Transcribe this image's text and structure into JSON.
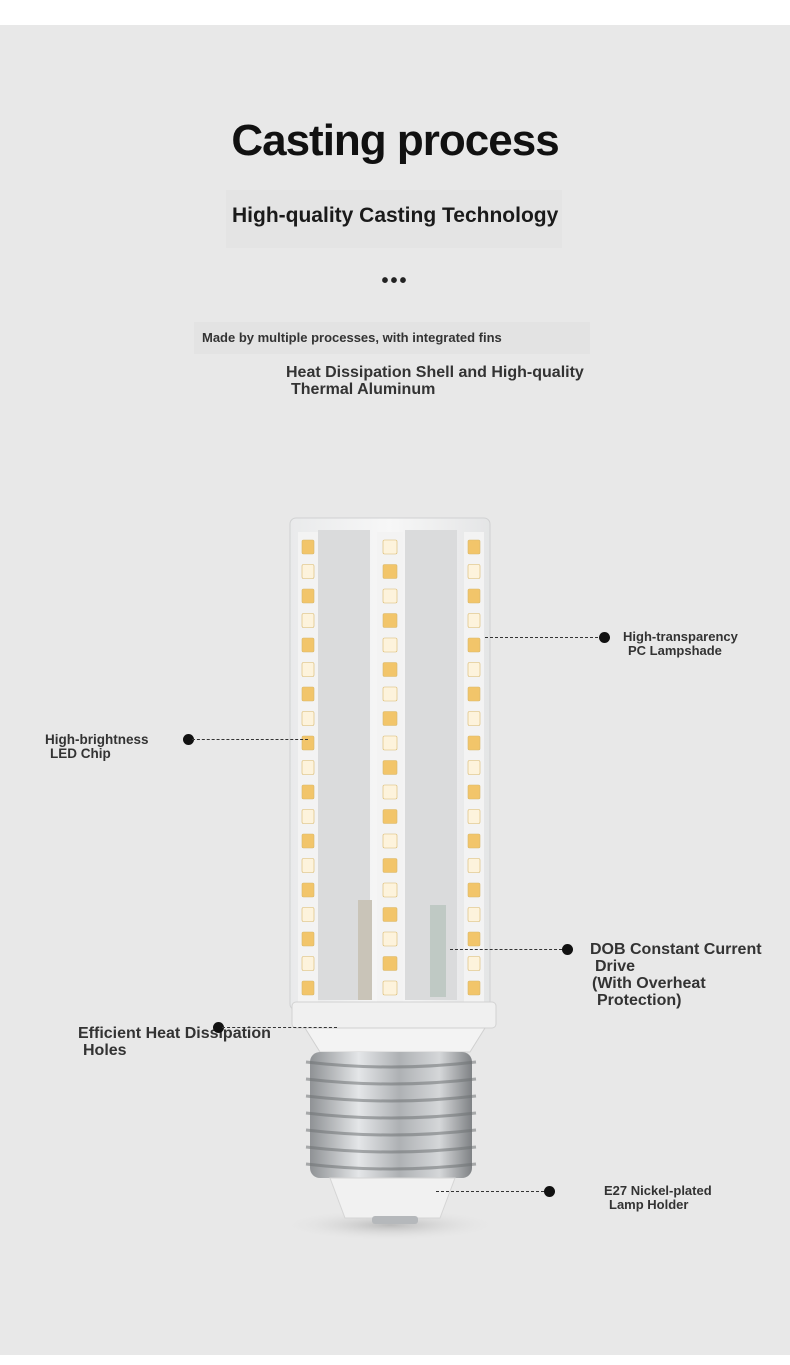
{
  "title": "Casting process",
  "subtitle": "High-quality Casting Technology",
  "separator": "•••",
  "description": {
    "line1": "Made by multiple processes, with integrated fins",
    "line2a": "Heat Dissipation Shell and High-quality",
    "line2b": "Thermal Aluminum"
  },
  "callouts": {
    "pc_lampshade": {
      "line1": "High-transparency",
      "line2": "PC Lampshade"
    },
    "led_chip": {
      "line1": "High-brightness",
      "line2": "LED Chip"
    },
    "dob_drive": {
      "line1": "DOB Constant Current",
      "line2": "Drive",
      "line3": "(With Overheat",
      "line4": "Protection)"
    },
    "heat_holes": {
      "line1": "Efficient Heat Dissipation",
      "line2": "Holes"
    },
    "lamp_holder": {
      "line1": "E27 Nickel-plated",
      "line2": "Lamp Holder"
    }
  },
  "colors": {
    "background": "#e8e8e8",
    "text": "#333333",
    "led_warm": "#f2c56a",
    "led_cool": "#fdf3dc",
    "socket": "#b9bcbf"
  }
}
